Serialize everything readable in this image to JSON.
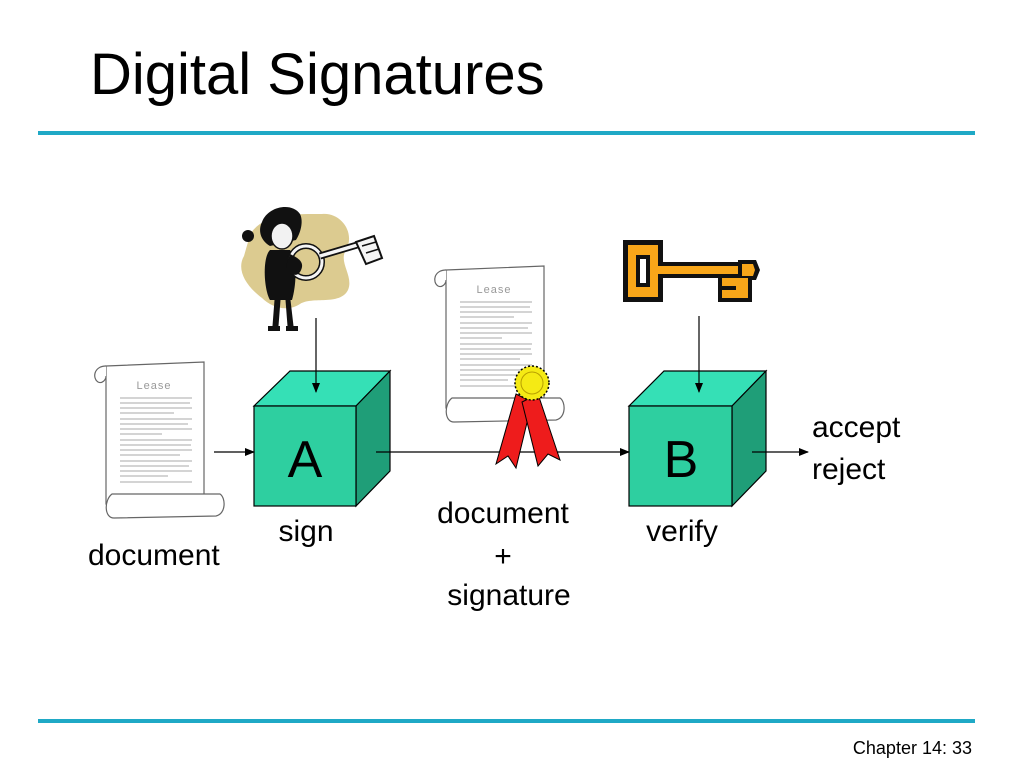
{
  "slide": {
    "title": "Digital Signatures",
    "footer": "Chapter 14: 33",
    "accent_color": "#1fa9c6"
  },
  "diagram": {
    "box_a": {
      "letter": "A",
      "caption": "sign"
    },
    "box_b": {
      "letter": "B",
      "caption": "verify"
    },
    "input_label": "document",
    "middle_label": {
      "line1": "document",
      "line2": "+",
      "line3": "signature"
    },
    "outputs": {
      "accept": "accept",
      "reject": "reject"
    },
    "doc_heading": "Lease",
    "box_colors": {
      "front": "#2ecfa0",
      "top": "#35e0b6",
      "side": "#1f9e78"
    },
    "key_color": "#f8a619",
    "ribbon_color": "#ee1c1c",
    "seal_color": "#f5ea14",
    "icons": [
      "scroll-document-icon",
      "woman-holding-key-icon",
      "golden-key-icon",
      "ribbon-seal-icon"
    ]
  }
}
